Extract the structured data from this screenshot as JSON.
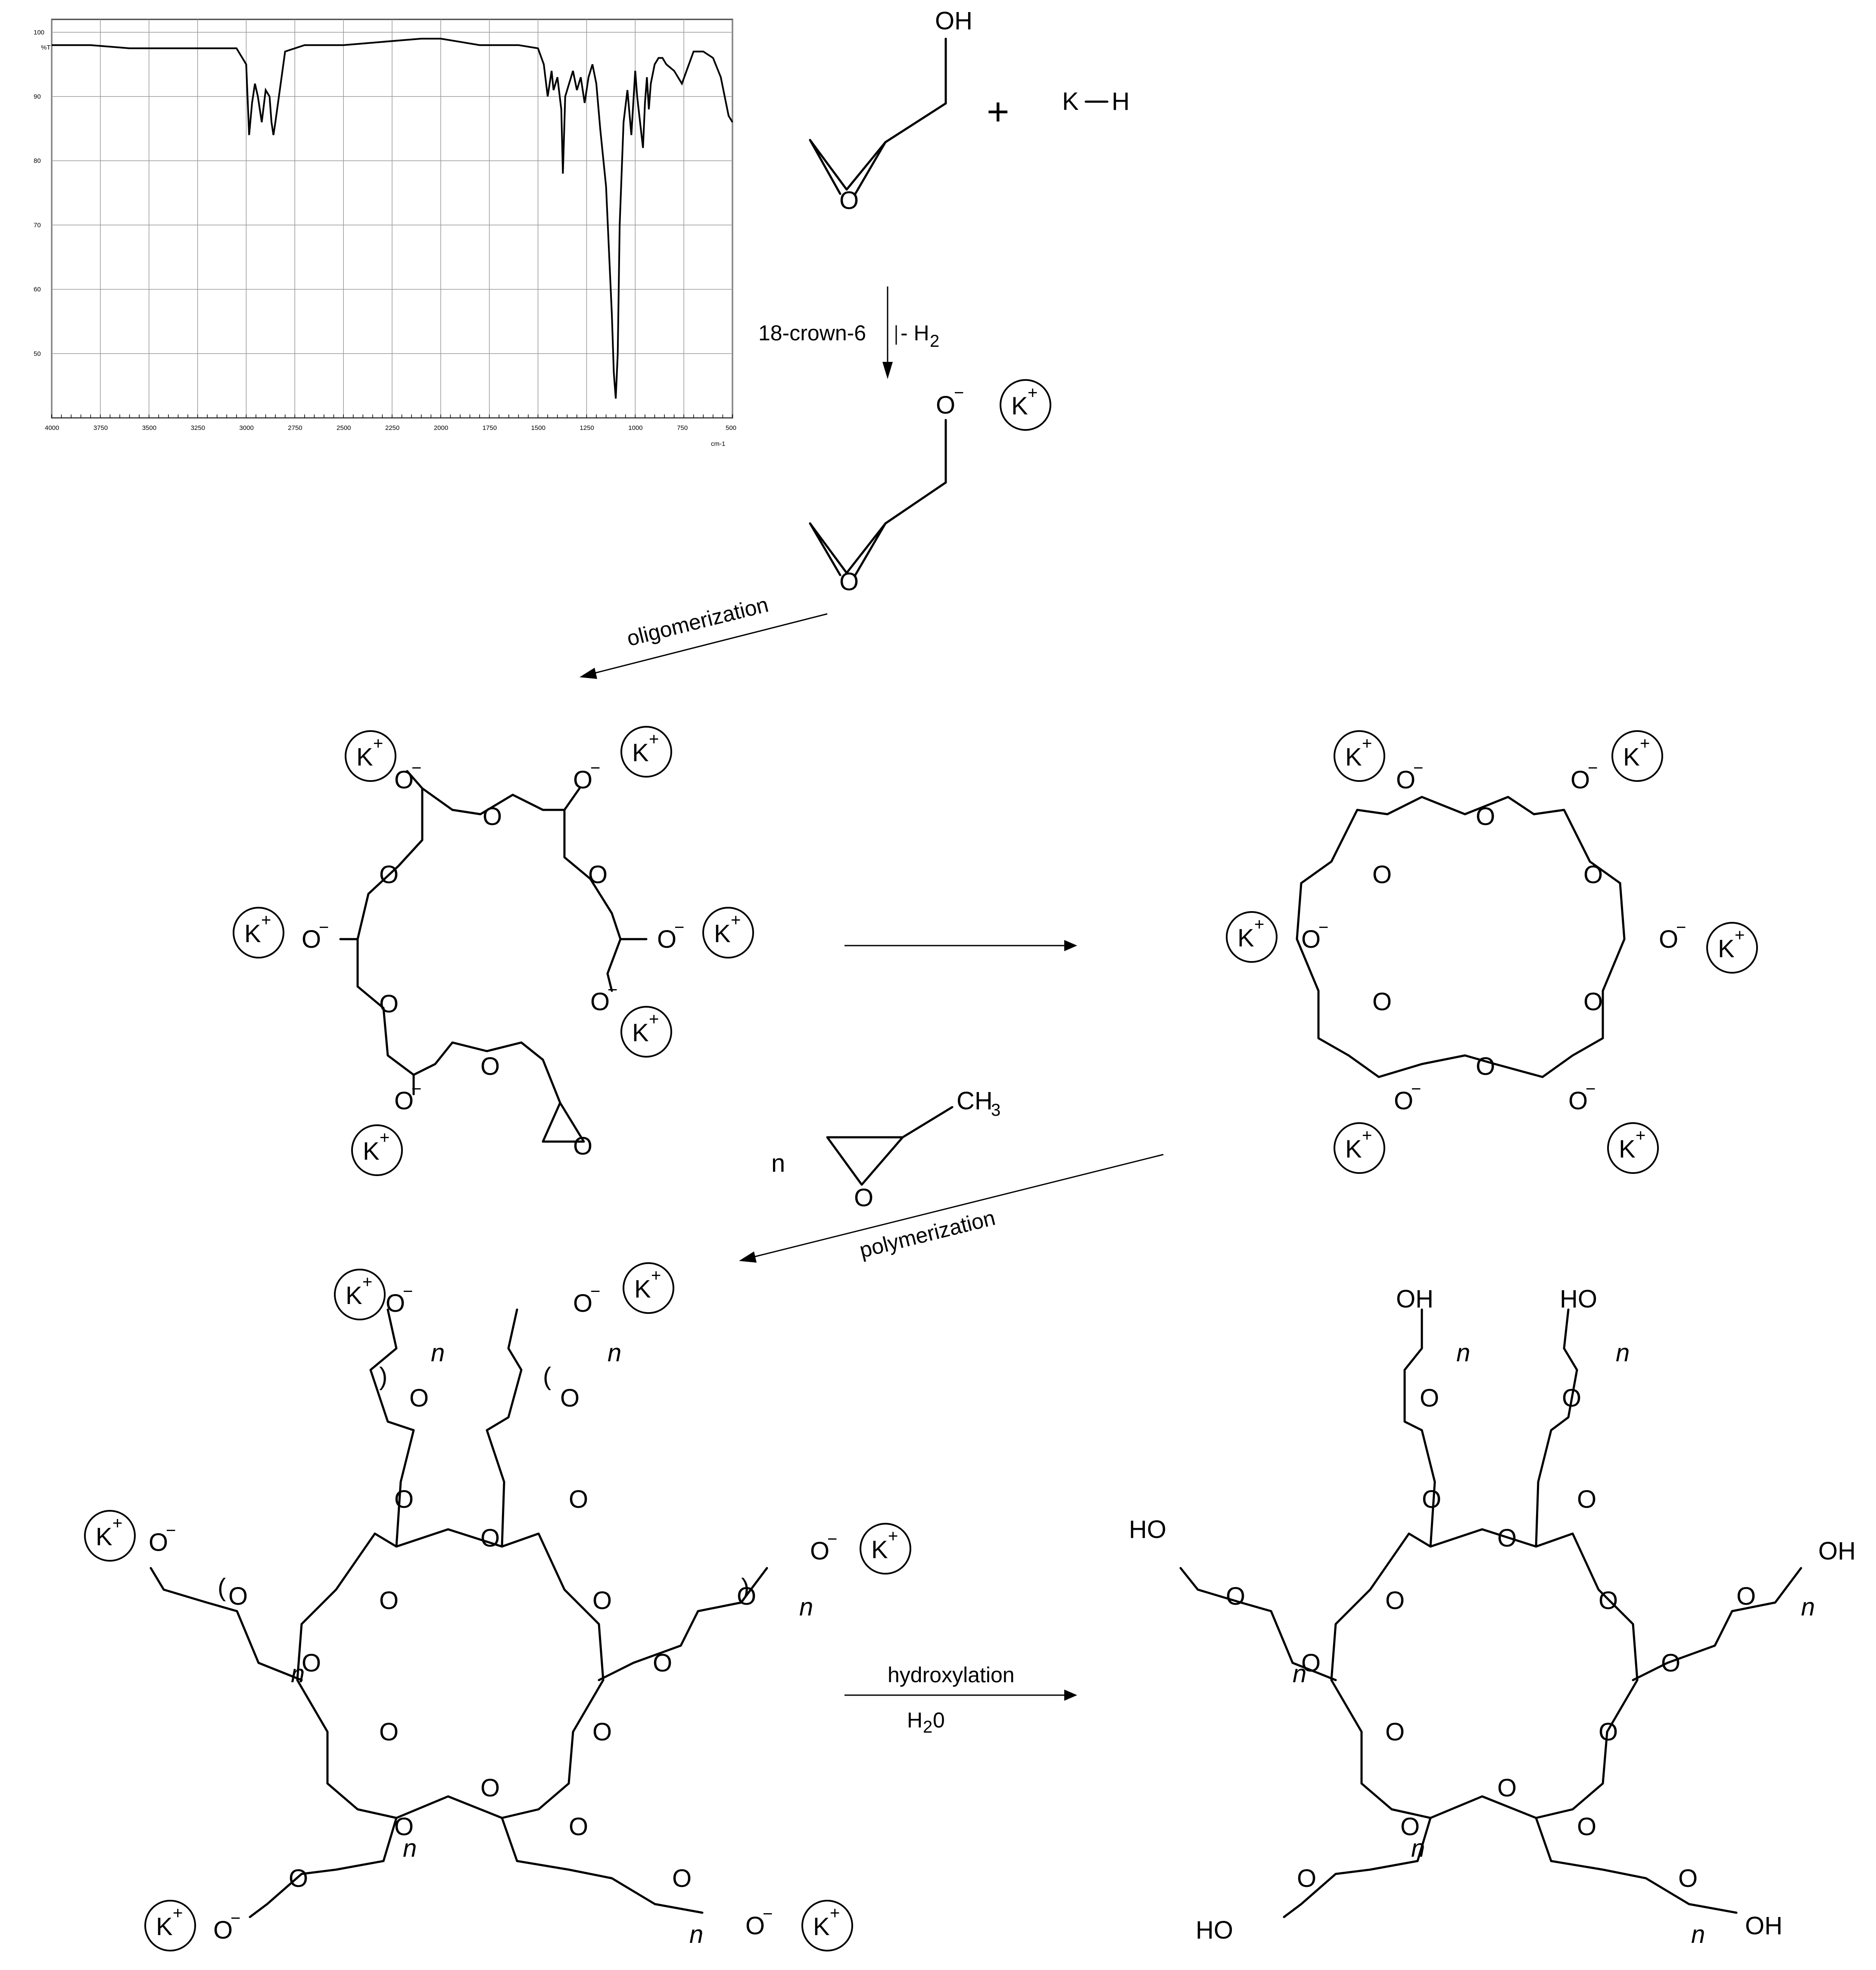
{
  "spectrum": {
    "y_unit": "%T",
    "x_unit": "cm-1",
    "y_ticks": [
      "100",
      "90",
      "80",
      "70",
      "60",
      "50"
    ],
    "x_ticks": [
      "4000",
      "3750",
      "3500",
      "3250",
      "3000",
      "2750",
      "2500",
      "2250",
      "2000",
      "1750",
      "1500",
      "1250",
      "1000",
      "750",
      "500"
    ]
  },
  "chart_data": {
    "type": "line",
    "ylabel": "%T",
    "xlabel": "cm-1",
    "xlim": [
      4000,
      500
    ],
    "ylim": [
      40,
      102
    ],
    "grid": true,
    "series": [
      {
        "x": [
          4000,
          3800,
          3600,
          3400,
          3200,
          3050,
          3000,
          2985,
          2970,
          2955,
          2940,
          2920,
          2900,
          2880,
          2870,
          2860,
          2850,
          2800,
          2700,
          2500,
          2300,
          2100,
          2000,
          1900,
          1800,
          1700,
          1600,
          1500,
          1470,
          1450,
          1430,
          1420,
          1400,
          1380,
          1372,
          1360,
          1340,
          1320,
          1300,
          1280,
          1260,
          1240,
          1220,
          1200,
          1180,
          1150,
          1120,
          1110,
          1100,
          1090,
          1080,
          1060,
          1040,
          1020,
          1000,
          990,
          960,
          950,
          940,
          930,
          920,
          900,
          880,
          860,
          840,
          800,
          760,
          700,
          650,
          600,
          560,
          520,
          500
        ],
        "y": [
          98,
          98,
          97.5,
          97.5,
          97.5,
          97.5,
          95,
          84,
          89,
          92,
          90,
          86,
          91,
          90,
          86,
          84,
          86,
          97,
          98,
          98,
          98.5,
          99,
          99,
          98.5,
          98,
          98,
          98,
          97.5,
          95,
          90,
          94,
          91,
          93,
          88,
          78,
          90,
          92,
          94,
          91,
          93,
          89,
          93,
          95,
          92,
          85,
          76,
          56,
          47,
          43,
          50,
          70,
          86,
          91,
          84,
          94,
          90,
          82,
          89,
          93,
          88,
          92,
          95,
          96,
          96,
          95,
          94,
          92,
          97,
          97,
          96,
          93,
          87,
          86
        ]
      }
    ]
  },
  "step1": {
    "oh": "OH",
    "o": "O",
    "plus": "+",
    "k": "K",
    "h": "H",
    "reagent": "18-crown-6",
    "byproduct_minus": "- H",
    "byproduct_sub": "2"
  },
  "alkoxide": {
    "o": "O",
    "minus": "−",
    "cation": "K",
    "plus": "+"
  },
  "arrows": {
    "oligomerization": "oligomerization",
    "polymerization": "polymerization",
    "hydroxylation": "hydroxylation",
    "water_h": "H",
    "water_sub": "2",
    "water_o": "0"
  },
  "monomer": {
    "n": "n",
    "ch3": "CH",
    "ch3_sub": "3",
    "o": "O"
  },
  "glyph": {
    "k": "K",
    "plus": "+",
    "o": "O",
    "minus": "−",
    "n": "n",
    "oh": "OH",
    "ho": "HO",
    "paren_l": "(",
    "paren_r": ")"
  }
}
